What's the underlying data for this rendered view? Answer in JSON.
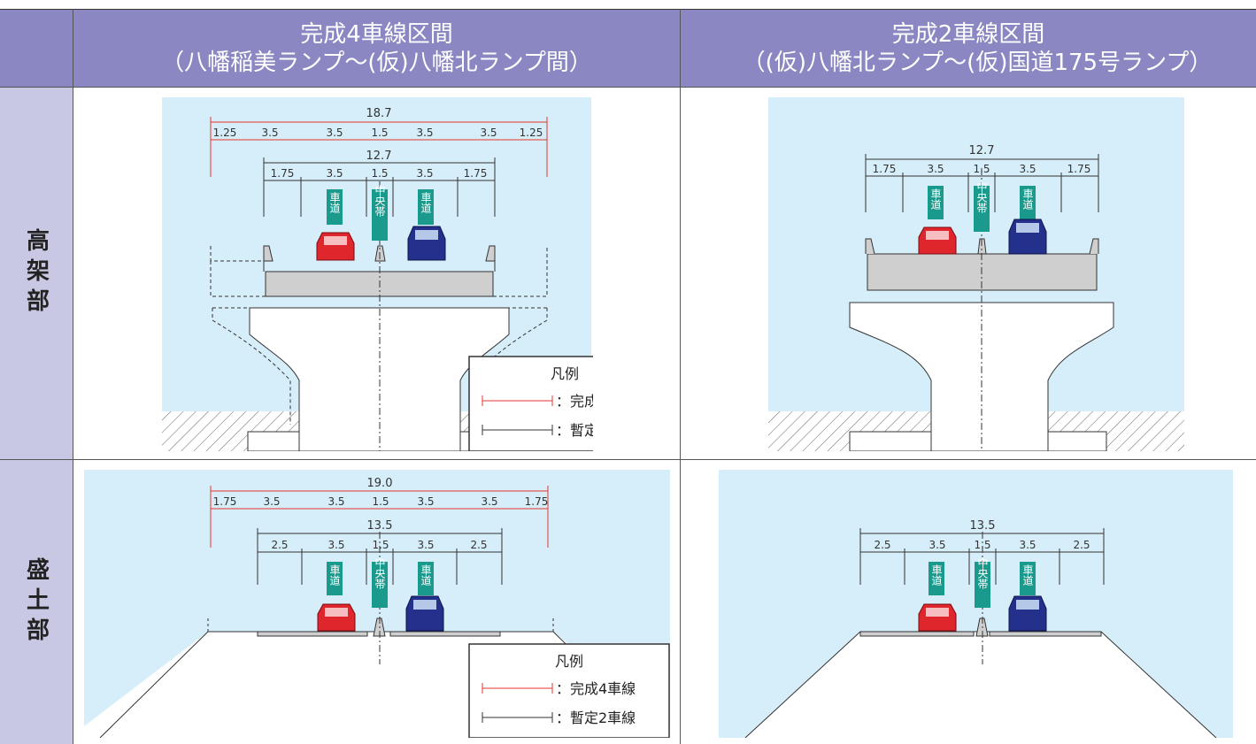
{
  "header": {
    "col1_line1": "完成4車線区間",
    "col1_line2": "（八幡稲美ランプ～(仮)八幡北ランプ間）",
    "col2_line1": "完成2車線区間",
    "col2_line2": "（(仮)八幡北ランプ～(仮)国道175号ランプ）"
  },
  "rows": {
    "elevated": "高架部",
    "embankment": "盛土部"
  },
  "labels": {
    "lane": "車道",
    "median": "中央帯"
  },
  "legend": {
    "title": "凡例",
    "complete": "：完成4車線",
    "provisional": "：暫定2車線"
  },
  "dims": {
    "elevated_full_total": "18.7",
    "elevated_full_parts": [
      "1.25",
      "3.5",
      "3.5",
      "1.5",
      "3.5",
      "3.5",
      "1.25"
    ],
    "elevated_2lane_total": "12.7",
    "elevated_2lane_parts": [
      "1.75",
      "3.5",
      "1.5",
      "3.5",
      "1.75"
    ],
    "embank_full_total": "19.0",
    "embank_full_parts": [
      "1.75",
      "3.5",
      "3.5",
      "1.5",
      "3.5",
      "3.5",
      "1.75"
    ],
    "embank_2lane_total": "13.5",
    "embank_2lane_parts": [
      "2.5",
      "3.5",
      "1.5",
      "3.5",
      "2.5"
    ]
  },
  "colors": {
    "header_bg": "#8a87c2",
    "row_header_bg": "#c9c8e4",
    "sky": "#d6eef9",
    "deck": "#cfcfcf",
    "label_bg": "#1a9a8c",
    "red_line": "#e5352f",
    "car_red": "#e0262d",
    "car_blue": "#23318c"
  }
}
